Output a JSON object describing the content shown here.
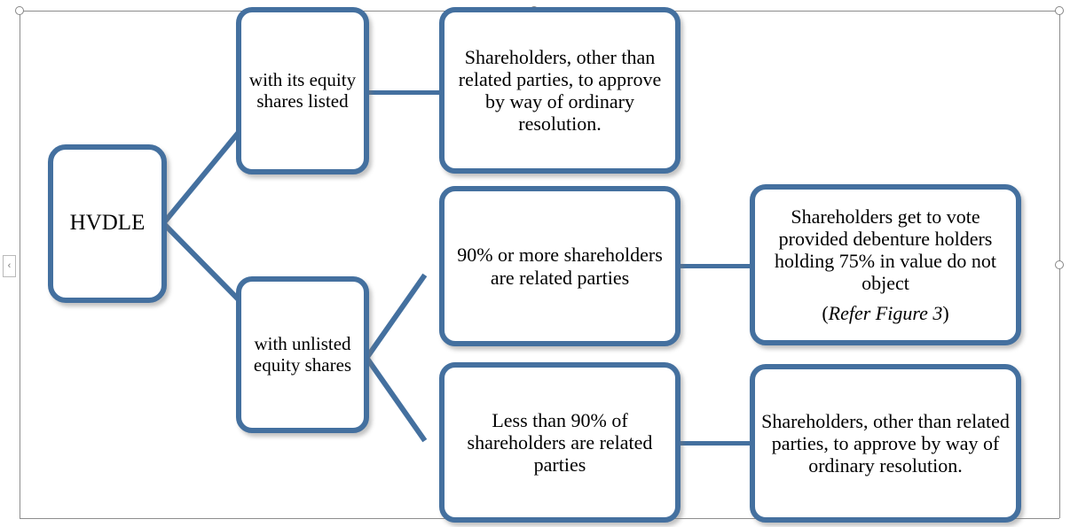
{
  "diagram": {
    "title": "HVDLE shareholder approval flowchart",
    "accent_color": "#44709f",
    "background_color": "#ffffff",
    "nodes": {
      "root": "HVDLE",
      "listed": "with its equity shares listed",
      "unlisted": "with unlisted equity shares",
      "ordinary_resolution_top": "Shareholders, other than related parties, to approve by way of ordinary resolution.",
      "ninety_or_more": "90% or more shareholders are related parties",
      "less_than_ninety": "Less than 90% of shareholders are related parties",
      "debenture_vote": "Shareholders get to vote provided debenture holders holding 75% in value do not object",
      "debenture_refer_open": "(",
      "debenture_refer_italic": "Refer Figure 3",
      "debenture_refer_close": ")",
      "ordinary_resolution_bottom": "Shareholders, other than related parties, to approve by way of ordinary resolution."
    }
  },
  "editor": {
    "collapse_button_label": "‹",
    "selection_handle_name": "resize-handle"
  }
}
